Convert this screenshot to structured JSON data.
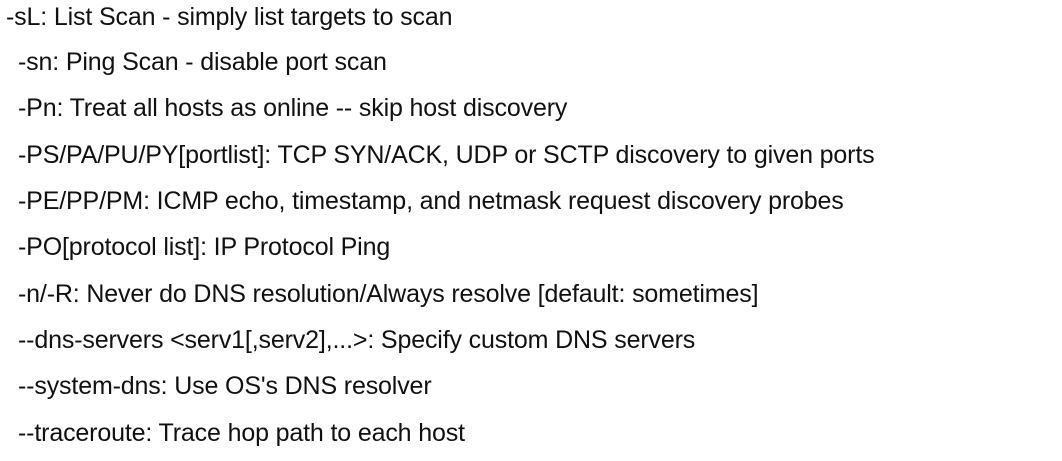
{
  "options": [
    {
      "text": "-sL: List Scan - simply list targets to scan"
    },
    {
      "text": "-sn: Ping Scan - disable port scan"
    },
    {
      "text": "-Pn: Treat all hosts as online -- skip host discovery"
    },
    {
      "text": "-PS/PA/PU/PY[portlist]: TCP SYN/ACK, UDP or SCTP discovery to given ports"
    },
    {
      "text": "-PE/PP/PM: ICMP echo, timestamp, and netmask request discovery probes"
    },
    {
      "text": "-PO[protocol list]: IP Protocol Ping"
    },
    {
      "text": "-n/-R: Never do DNS resolution/Always resolve [default: sometimes]"
    },
    {
      "text": "--dns-servers <serv1[,serv2],...>: Specify custom DNS servers"
    },
    {
      "text": "--system-dns: Use OS's DNS resolver"
    },
    {
      "text": "--traceroute: Trace hop path to each host"
    }
  ]
}
